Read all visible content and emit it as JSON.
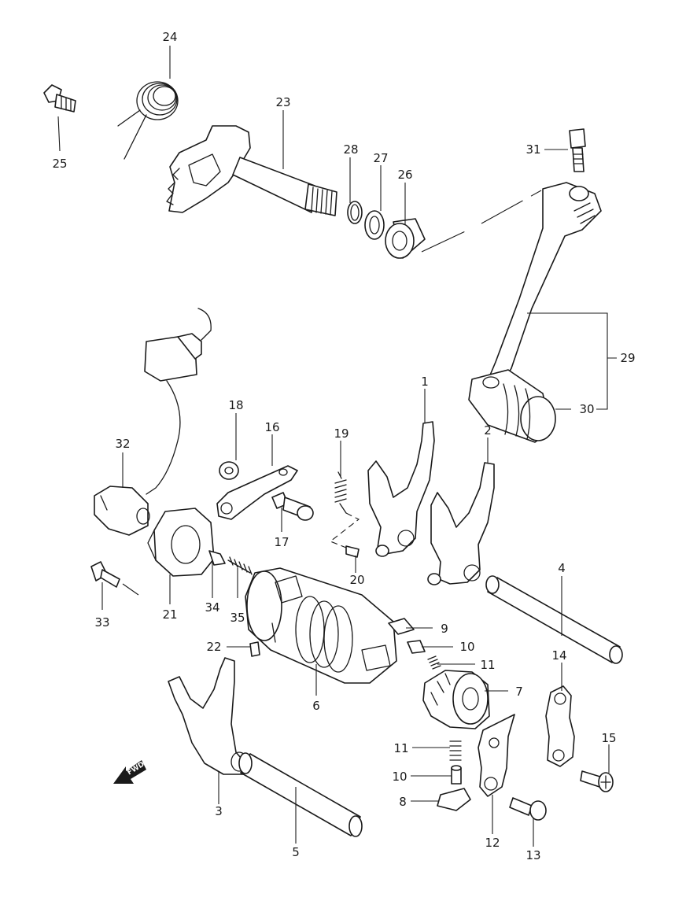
{
  "diagram": {
    "labels": [
      "1",
      "2",
      "3",
      "4",
      "5",
      "6",
      "7",
      "8",
      "9",
      "10",
      "10",
      "11",
      "11",
      "12",
      "13",
      "14",
      "15",
      "16",
      "17",
      "18",
      "19",
      "20",
      "21",
      "22",
      "23",
      "24",
      "25",
      "26",
      "27",
      "28",
      "29",
      "30",
      "31",
      "32",
      "33",
      "34",
      "35"
    ],
    "fwd": "FWD"
  }
}
